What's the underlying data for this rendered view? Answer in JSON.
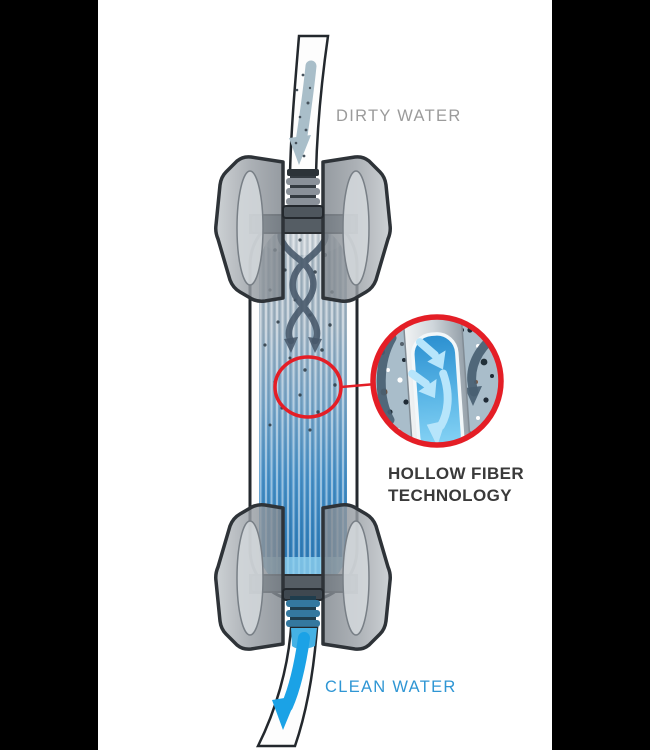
{
  "diagram": {
    "labels": {
      "inlet": "DIRTY WATER",
      "outlet": "CLEAN WATER",
      "callout_line1": "HOLLOW FIBER",
      "callout_line2": "TECHNOLOGY"
    },
    "colors": {
      "red_accent": "#e41e26",
      "clean_blue": "#2f96d4",
      "dirty_gray": "#9b9b9b",
      "dark_text": "#3a3a3a",
      "water_blue": "#2e7cba",
      "letterbox": "#000000"
    }
  }
}
